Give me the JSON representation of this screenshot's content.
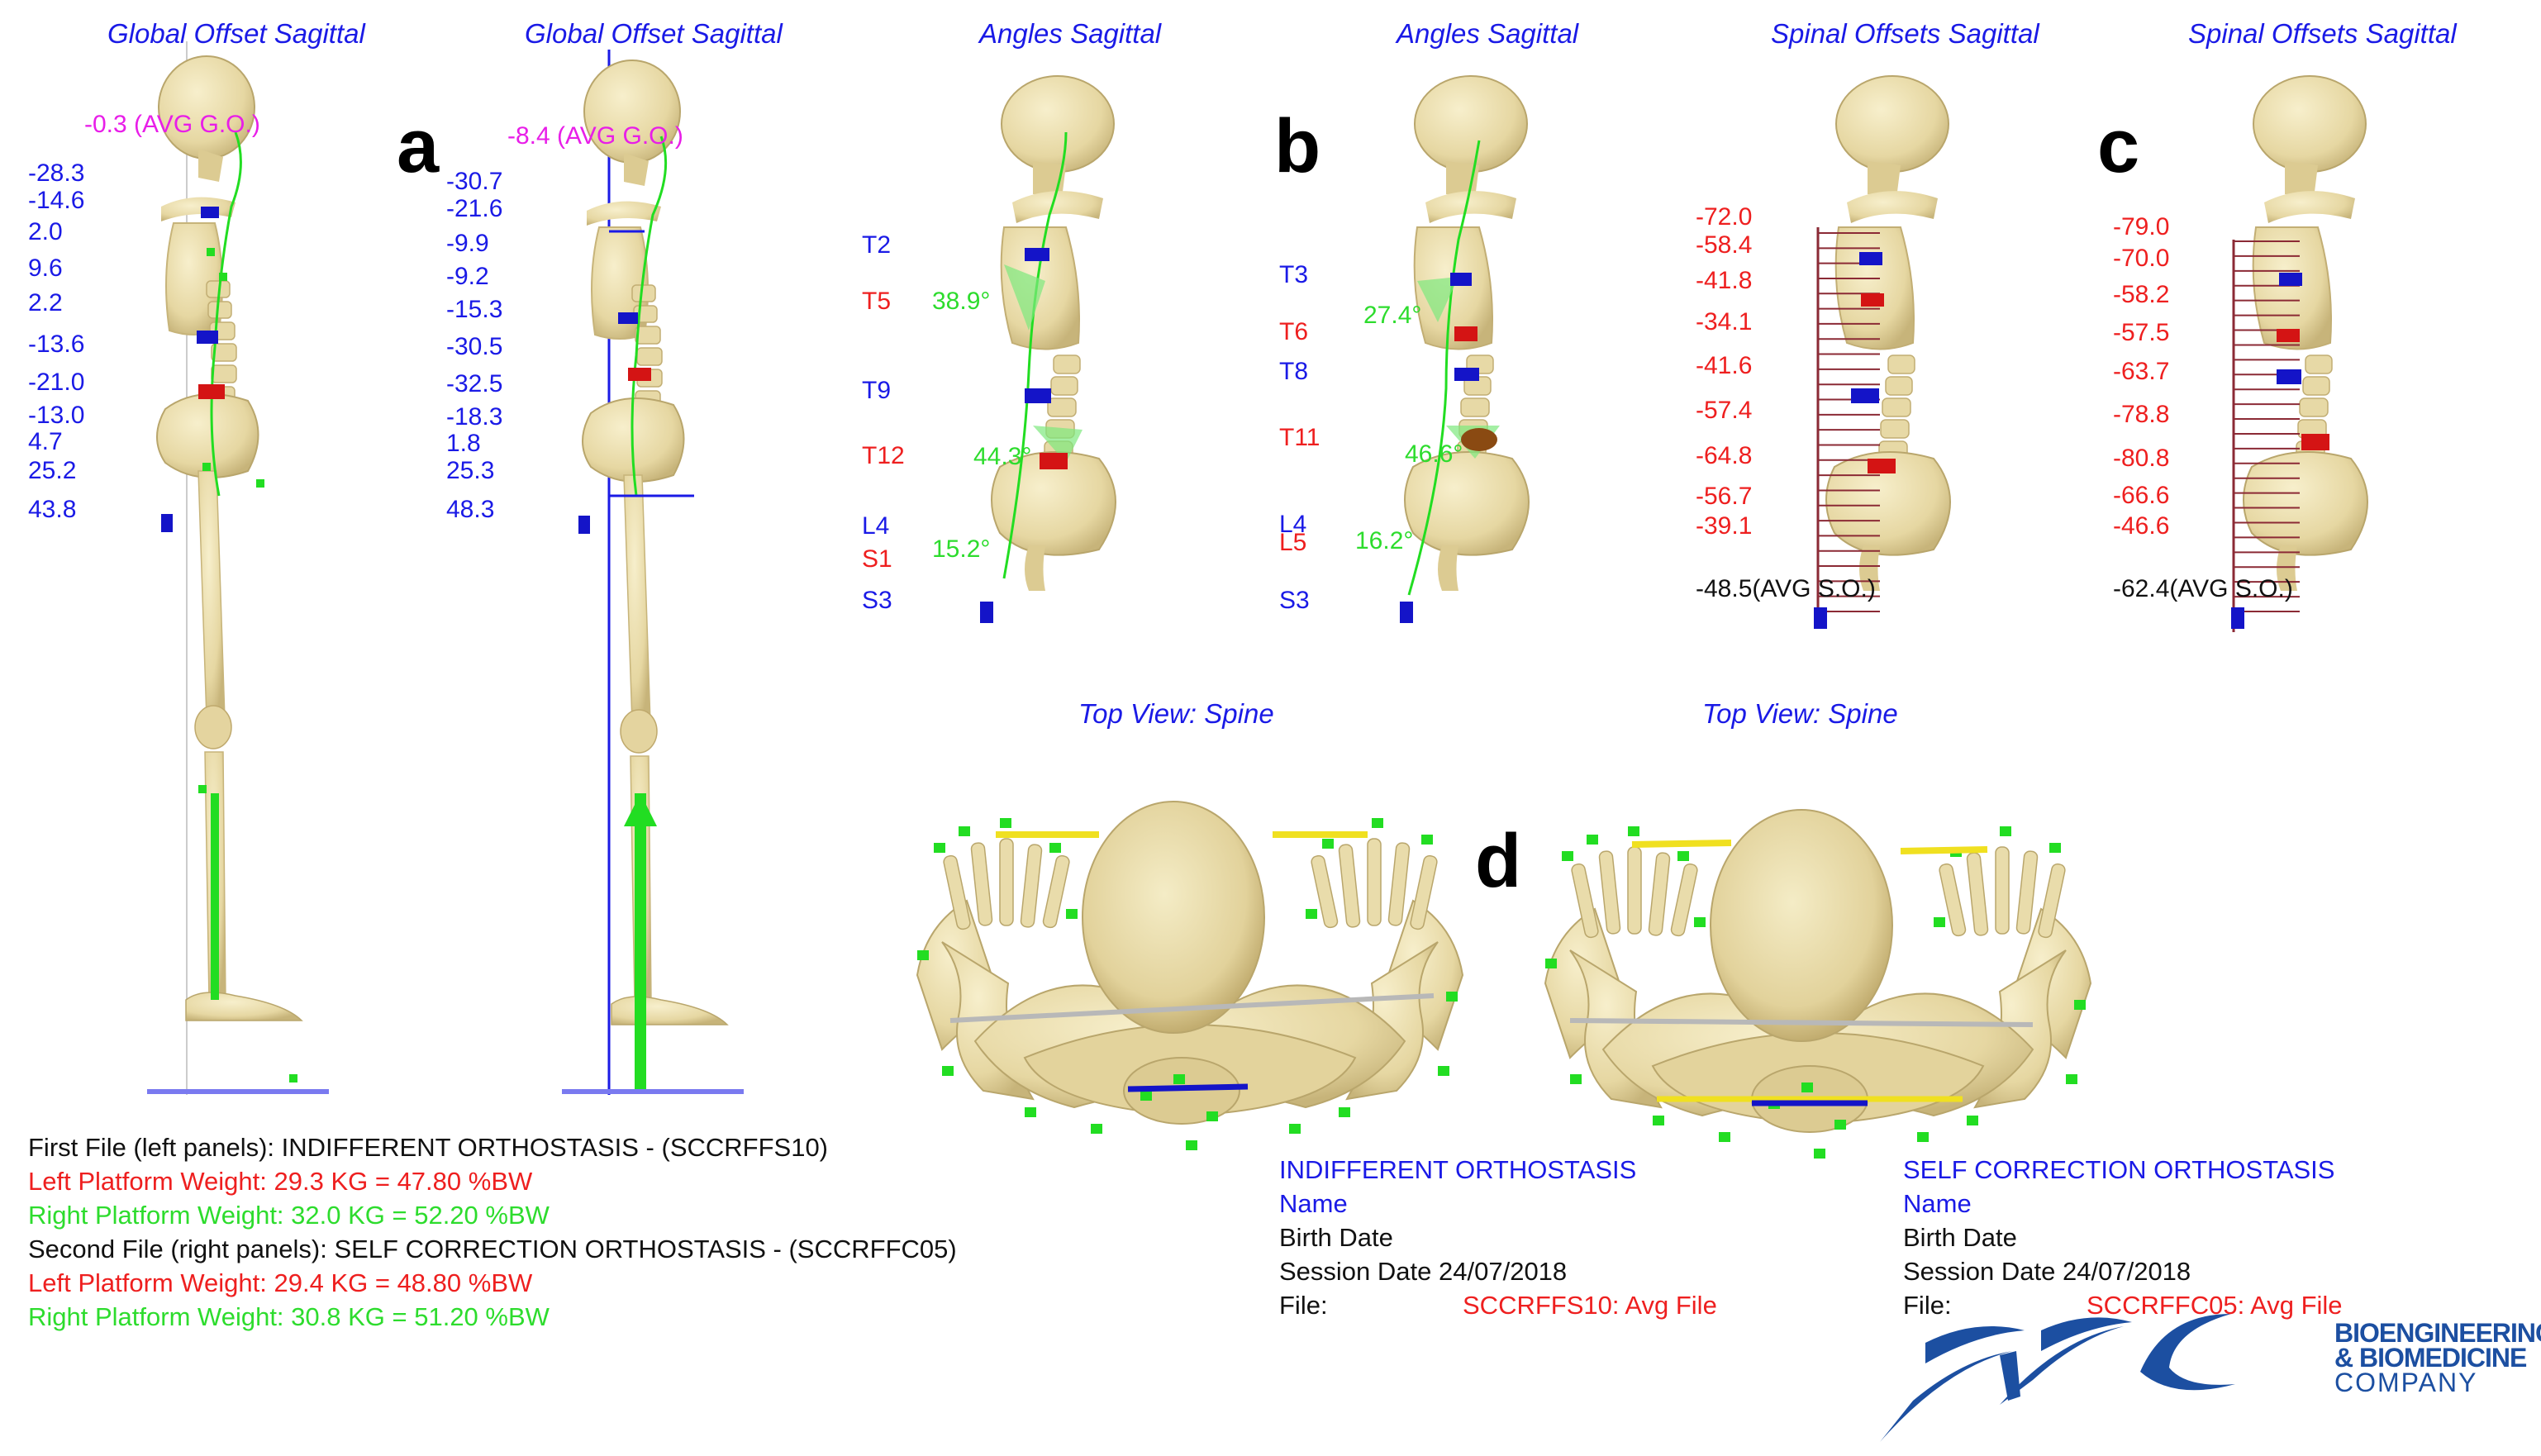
{
  "colors": {
    "label_blue": "#1a1ae6",
    "label_red": "#ee1f1f",
    "label_green": "#2ddc2d",
    "magenta": "#e81ee8",
    "bone": "#ede2b4",
    "bone_shadow": "#cdbb83",
    "marker_green": "#22dd22",
    "marker_blue": "#1414c8",
    "marker_red": "#d41414",
    "offset_rule": "#8b2a35",
    "logo_blue": "#1c4fa1"
  },
  "panel_titles": [
    "Global Offset Sagittal",
    "Global Offset Sagittal",
    "Angles Sagittal",
    "Angles Sagittal",
    "Spinal Offsets Sagittal",
    "Spinal Offsets Sagittal"
  ],
  "top_view_titles": [
    "Top View: Spine",
    "Top View: Spine"
  ],
  "letters": [
    "a",
    "b",
    "c",
    "d"
  ],
  "global_offset": {
    "left": {
      "avg_label": "-0.3 (AVG G.O.)",
      "values": [
        "-28.3",
        "-14.6",
        "2.0",
        "9.6",
        "2.2",
        "-13.6",
        "-21.0",
        "-13.0",
        "4.7",
        "25.2",
        "43.8"
      ]
    },
    "right": {
      "avg_label": "-8.4 (AVG G.O.)",
      "values": [
        "-30.7",
        "-21.6",
        "-9.9",
        "-9.2",
        "-15.3",
        "-30.5",
        "-32.5",
        "-18.3",
        "1.8",
        "25.3",
        "48.3"
      ]
    }
  },
  "angles": {
    "left": {
      "levels": [
        "T2",
        "T5",
        "T9",
        "T12",
        "L4",
        "S1",
        "S3"
      ],
      "angles": [
        "38.9°",
        "44.3°",
        "15.2°"
      ]
    },
    "right": {
      "levels": [
        "T3",
        "T6",
        "T8",
        "T11",
        "L4",
        "L5",
        "S3"
      ],
      "angles": [
        "27.4°",
        "46.6°",
        "16.2°"
      ]
    }
  },
  "spinal_offsets": {
    "left": {
      "values": [
        "-72.0",
        "-58.4",
        "-41.8",
        "-34.1",
        "-41.6",
        "-57.4",
        "-64.8",
        "-56.7",
        "-39.1"
      ],
      "avg_label": "-48.5(AVG S.O.)"
    },
    "right": {
      "values": [
        "-79.0",
        "-70.0",
        "-58.2",
        "-57.5",
        "-63.7",
        "-78.8",
        "-80.8",
        "-66.6",
        "-46.6"
      ],
      "avg_label": "-62.4(AVG S.O.)"
    }
  },
  "legend": {
    "first_file": "First File (left panels): INDIFFERENT ORTHOSTASIS - (SCCRFFS10)",
    "first_left": "Left Platform Weight: 29.3 KG = 47.80 %BW",
    "first_right": "Right Platform Weight: 32.0 KG = 52.20 %BW",
    "second_file": "Second File (right panels): SELF CORRECTION ORTHOSTASIS - (SCCRFFC05)",
    "second_left": "Left Platform Weight: 29.4 KG = 48.80 %BW",
    "second_right": "Right Platform Weight: 30.8 KG = 51.20 %BW"
  },
  "sessions": [
    {
      "title": "INDIFFERENT ORTHOSTASIS",
      "name_label": "Name",
      "birth_label": "Birth Date",
      "session_label": "Session Date",
      "session_value": "24/07/2018",
      "file_label": "File:",
      "file_value": "SCCRFFS10: Avg File"
    },
    {
      "title": "SELF CORRECTION ORTHOSTASIS",
      "name_label": "Name",
      "birth_label": "Birth Date",
      "session_label": "Session Date",
      "session_value": "24/07/2018",
      "file_label": "File:",
      "file_value": "SCCRFFC05: Avg File"
    }
  ],
  "logo": {
    "line1": "BIOENGINEERING",
    "line2": "& BIOMEDICINE",
    "line3": "COMPANY"
  }
}
